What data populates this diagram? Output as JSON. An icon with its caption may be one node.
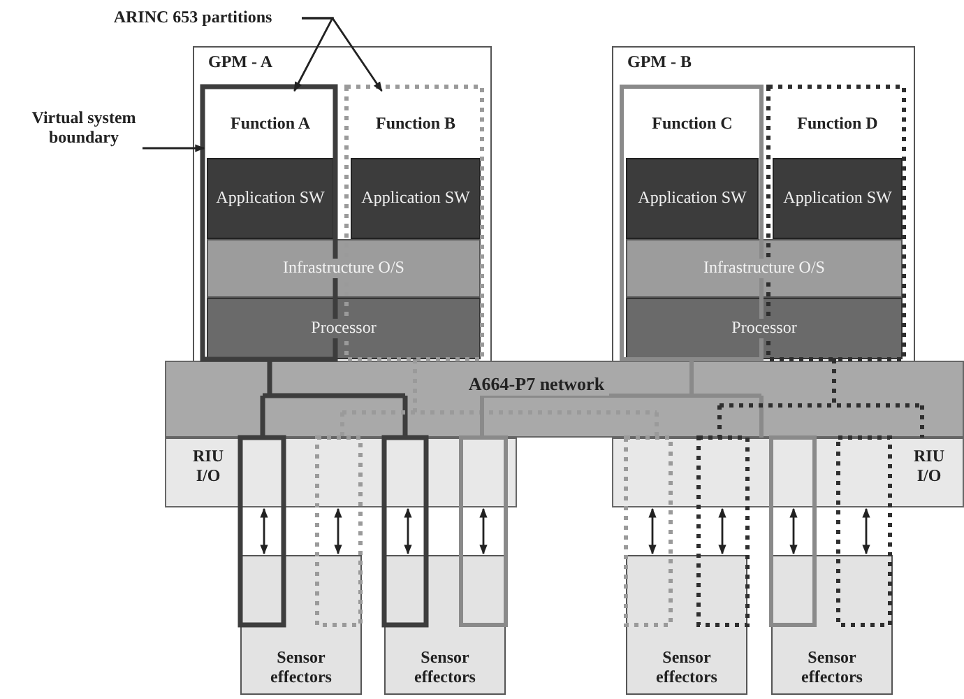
{
  "diagram": {
    "nodes": [
      {
        "text": [
          "ARINC 653 partitions"
        ]
      },
      {
        "text": [
          "Virtual system boundary"
        ]
      },
      {
        "text": [
          "GPM - A"
        ]
      },
      {
        "text": [
          "Function A"
        ],
        "in": 2
      },
      {
        "text": [
          "Application SW"
        ],
        "in": 2
      },
      {
        "text": [
          "Function B"
        ],
        "in": 2
      },
      {
        "text": [
          "Application SW"
        ],
        "in": 2
      },
      {
        "text": [
          "Infrastructure O/S"
        ],
        "in": 2
      },
      {
        "text": [
          "Processor"
        ],
        "in": 2
      },
      {
        "text": [
          "GPM - B"
        ]
      },
      {
        "text": [
          "Function C"
        ],
        "in": 9
      },
      {
        "text": [
          "Application SW"
        ],
        "in": 9
      },
      {
        "text": [
          "Function D"
        ],
        "in": 9
      },
      {
        "text": [
          "Application SW"
        ],
        "in": 9
      },
      {
        "text": [
          "Infrastructure O/S"
        ],
        "in": 9
      },
      {
        "text": [
          "Processor"
        ],
        "in": 9
      },
      {
        "text": [
          "A664-P7 network"
        ]
      },
      {
        "text": [
          "RIU I/O"
        ]
      },
      {
        "text": [
          "RIU I/O"
        ]
      },
      {
        "text": [
          "Sensor effectors"
        ]
      },
      {
        "text": [
          "Sensor effectors"
        ]
      },
      {
        "text": [
          "Sensor effectors"
        ]
      },
      {
        "text": [
          "Sensor effectors"
        ]
      }
    ],
    "edges": [
      {
        "from": 0,
        "to": 3,
        "arrow": "to"
      },
      {
        "from": 0,
        "to": 5,
        "arrow": "to"
      },
      {
        "from": 1,
        "to": 3,
        "arrow": "to"
      },
      {
        "from": 17,
        "to": 19,
        "arrow": "both"
      },
      {
        "from": 17,
        "to": 19,
        "arrow": "both"
      },
      {
        "from": 17,
        "to": 20,
        "arrow": "both"
      },
      {
        "from": 17,
        "to": 20,
        "arrow": "both"
      },
      {
        "from": 18,
        "to": 21,
        "arrow": "both"
      },
      {
        "from": 18,
        "to": 21,
        "arrow": "both"
      },
      {
        "from": 18,
        "to": 22,
        "arrow": "both"
      },
      {
        "from": 18,
        "to": 22,
        "arrow": "both"
      }
    ]
  }
}
